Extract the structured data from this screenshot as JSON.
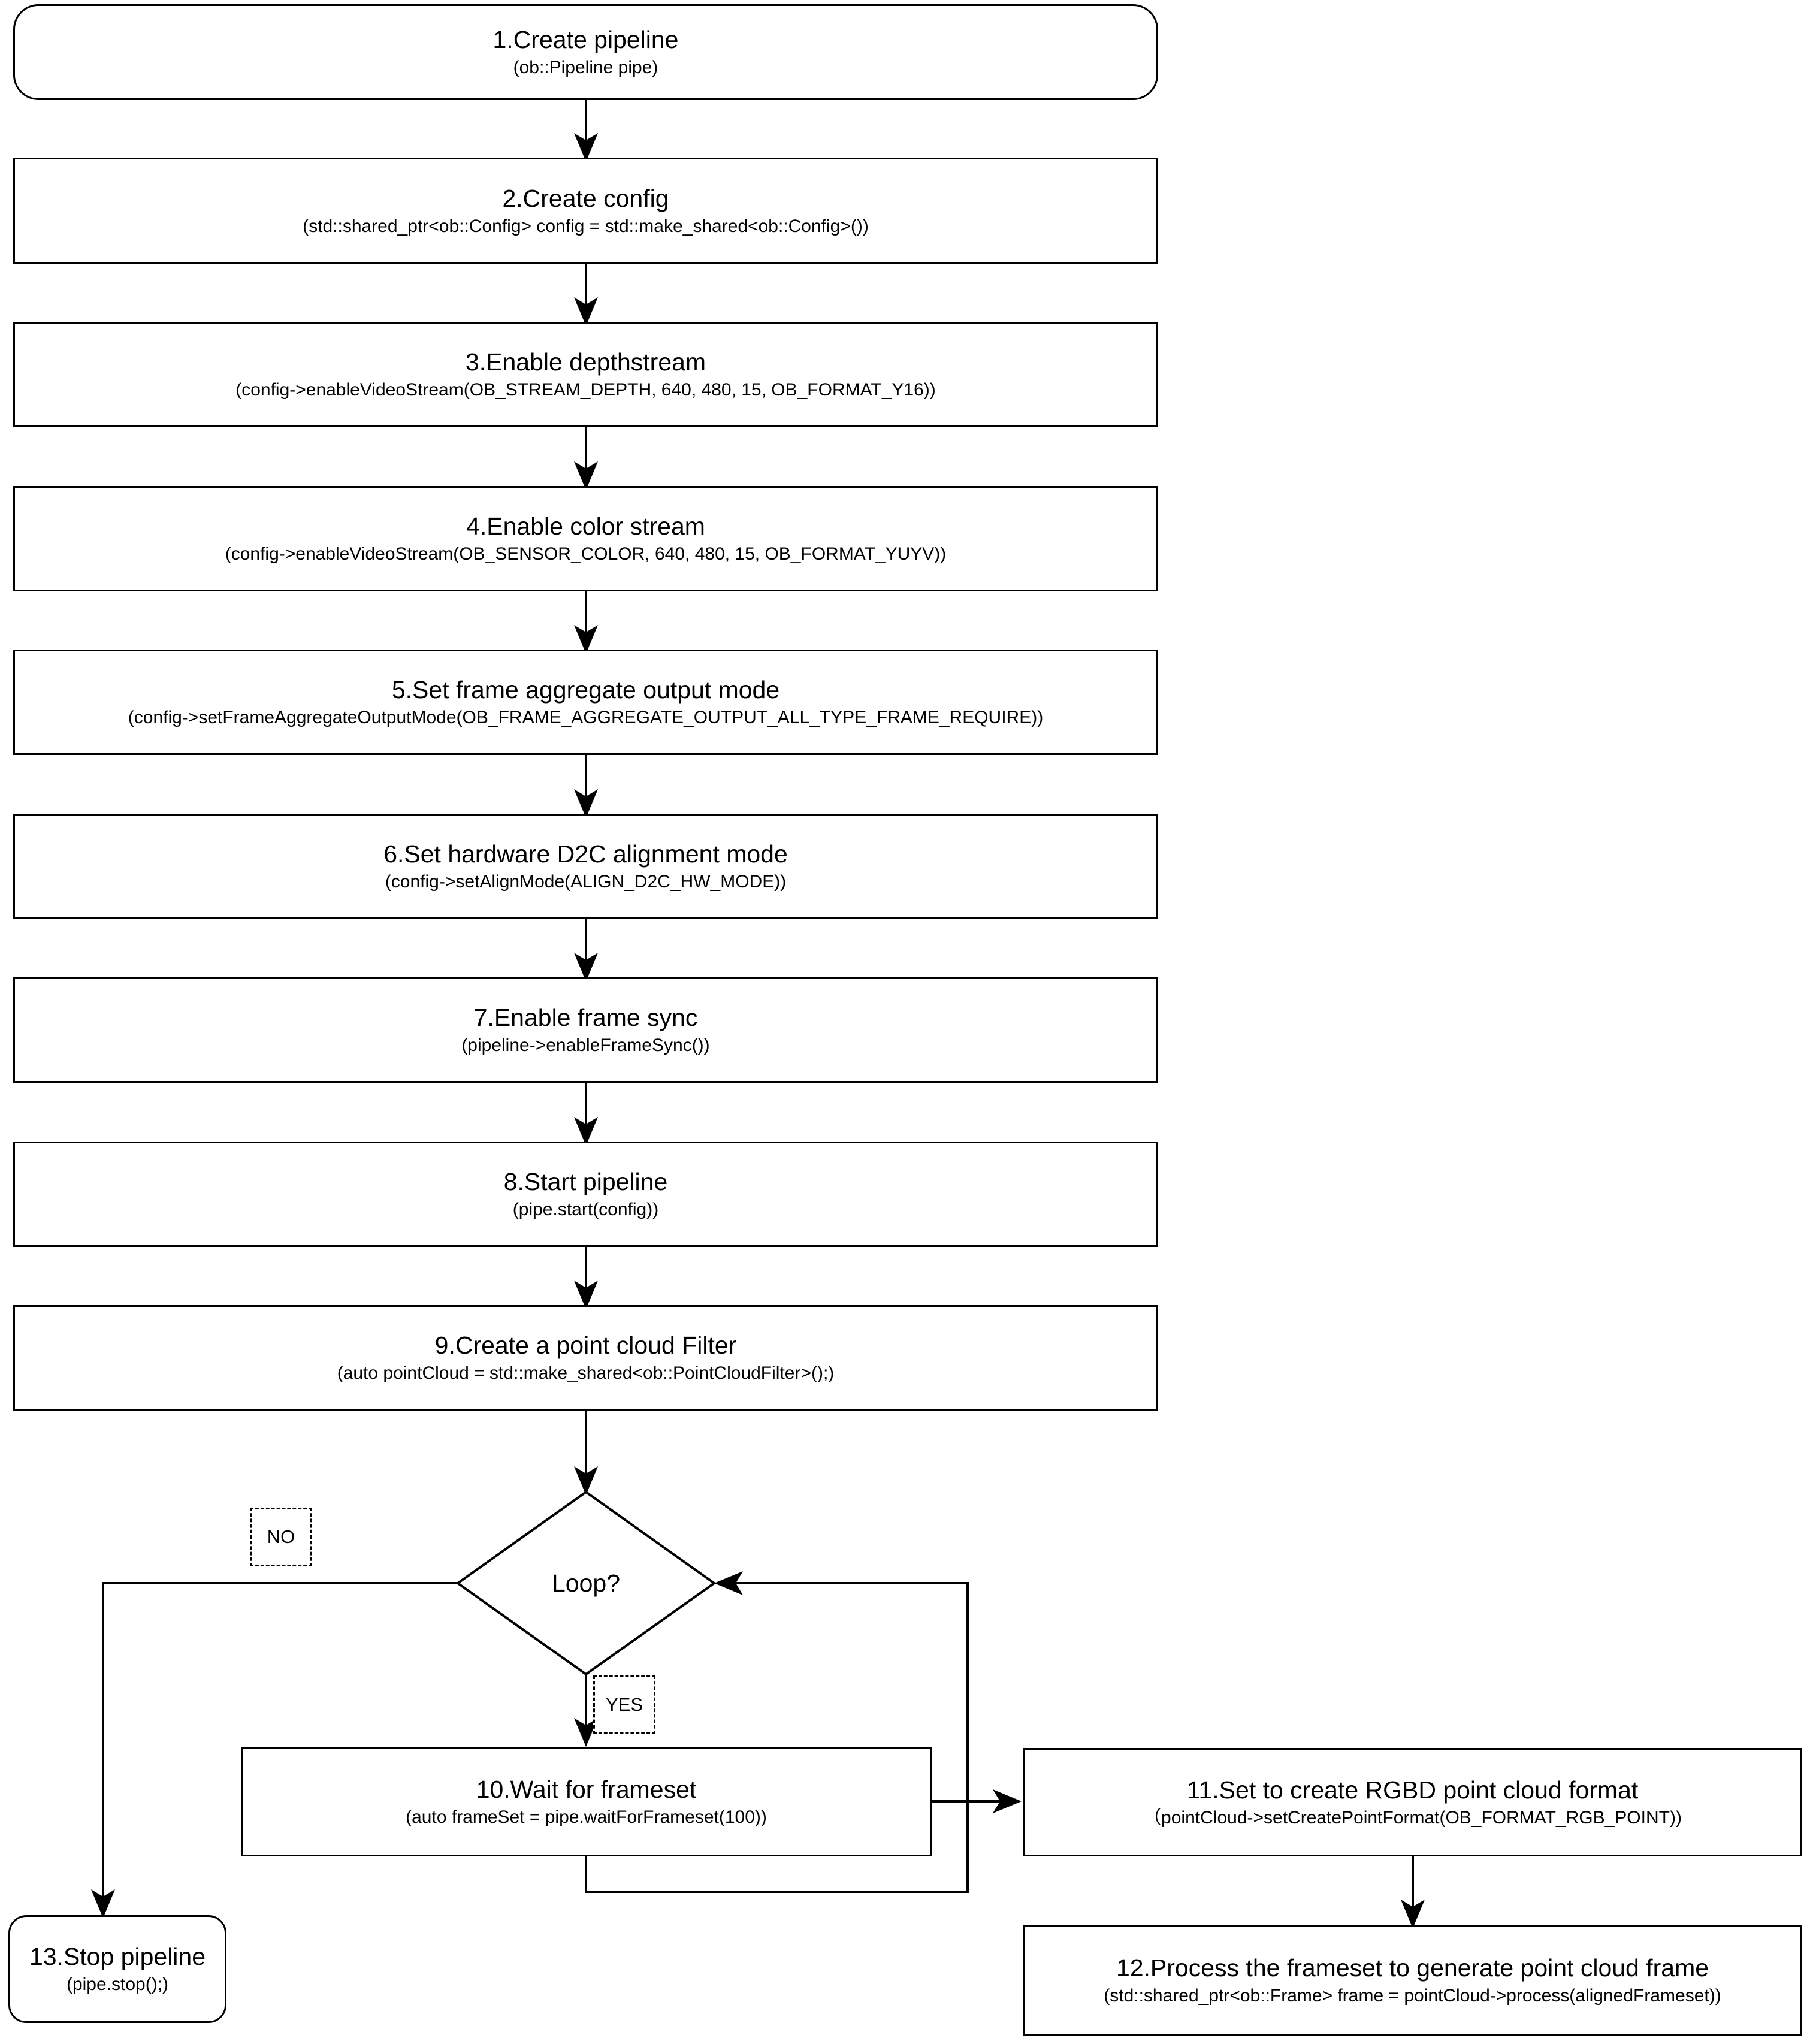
{
  "diagram": {
    "type": "flowchart",
    "title": "Orbbec SDK RGBD point cloud pipeline flowchart",
    "stroke_color": "#000000",
    "background_color": "#ffffff",
    "nodes": [
      {
        "id": "n1",
        "shape": "terminal",
        "title": "1.Create pipeline",
        "code": "(ob::Pipeline pipe)"
      },
      {
        "id": "n2",
        "shape": "process",
        "title": "2.Create config",
        "code": "(std::shared_ptr<ob::Config> config = std::make_shared<ob::Config>())"
      },
      {
        "id": "n3",
        "shape": "process",
        "title": "3.Enable depthstream",
        "code": "(config->enableVideoStream(OB_STREAM_DEPTH, 640, 480, 15, OB_FORMAT_Y16))"
      },
      {
        "id": "n4",
        "shape": "process",
        "title": "4.Enable color stream",
        "code": "(config->enableVideoStream(OB_SENSOR_COLOR, 640, 480, 15, OB_FORMAT_YUYV))"
      },
      {
        "id": "n5",
        "shape": "process",
        "title": "5.Set frame aggregate output mode",
        "code": "(config->setFrameAggregateOutputMode(OB_FRAME_AGGREGATE_OUTPUT_ALL_TYPE_FRAME_REQUIRE))"
      },
      {
        "id": "n6",
        "shape": "process",
        "title": "6.Set hardware D2C alignment mode",
        "code": "(config->setAlignMode(ALIGN_D2C_HW_MODE))"
      },
      {
        "id": "n7",
        "shape": "process",
        "title": "7.Enable frame sync",
        "code": "(pipeline->enableFrameSync())"
      },
      {
        "id": "n8",
        "shape": "process",
        "title": "8.Start pipeline",
        "code": "(pipe.start(config))"
      },
      {
        "id": "n9",
        "shape": "process",
        "title": "9.Create a point cloud Filter",
        "code": "(auto pointCloud = std::make_shared<ob::PointCloudFilter>();)"
      },
      {
        "id": "n10",
        "shape": "process",
        "title": "10.Wait for frameset",
        "code": "(auto frameSet = pipe.waitForFrameset(100))"
      },
      {
        "id": "n11",
        "shape": "process",
        "title": "11.Set to create RGBD point cloud format",
        "code": "（pointCloud->setCreatePointFormat(OB_FORMAT_RGB_POINT))"
      },
      {
        "id": "n12",
        "shape": "process",
        "title": "12.Process the frameset to generate point cloud frame",
        "code": "(std::shared_ptr<ob::Frame> frame = pointCloud->process(alignedFrameset))"
      },
      {
        "id": "n13",
        "shape": "terminal",
        "title": "13.Stop pipeline",
        "code": "(pipe.stop();)"
      }
    ],
    "decision": {
      "id": "d1",
      "shape": "diamond",
      "label": "Loop?"
    },
    "edge_labels": {
      "no": "NO",
      "yes": "YES"
    },
    "edges": [
      {
        "from": "n1",
        "to": "n2"
      },
      {
        "from": "n2",
        "to": "n3"
      },
      {
        "from": "n3",
        "to": "n4"
      },
      {
        "from": "n4",
        "to": "n5"
      },
      {
        "from": "n5",
        "to": "n6"
      },
      {
        "from": "n6",
        "to": "n7"
      },
      {
        "from": "n7",
        "to": "n8"
      },
      {
        "from": "n8",
        "to": "n9"
      },
      {
        "from": "n9",
        "to": "d1"
      },
      {
        "from": "d1",
        "to": "n13",
        "label": "NO"
      },
      {
        "from": "d1",
        "to": "n10",
        "label": "YES"
      },
      {
        "from": "n10",
        "to": "n11"
      },
      {
        "from": "n11",
        "to": "n12"
      },
      {
        "from": "n10",
        "to": "d1"
      }
    ]
  }
}
